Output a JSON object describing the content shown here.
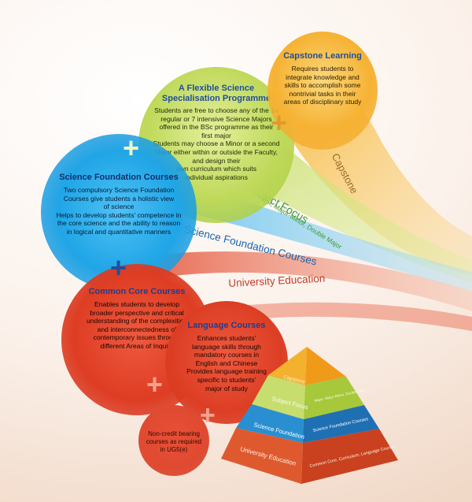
{
  "circles": {
    "capstone": {
      "title": "Capstone Learning",
      "lines": [
        "Requires students to",
        "integrate knowledge and",
        "skills to accomplish some",
        "nontrivial tasks in their",
        "areas of disciplinary study"
      ]
    },
    "flexible": {
      "title_lines": [
        "A Flexible Science",
        "Specialisation Programme"
      ],
      "lines": [
        "Students are free to choose any of the 14",
        "regular or 7 intensive Science Majors",
        "offered in the BSc programme as their",
        "first major",
        "Students may choose a Minor or a second",
        "Major either within or outside the Faculty,",
        "and design their",
        "own curriculum which suits",
        "individual aspirations"
      ]
    },
    "science_foundation": {
      "title": "Science Foundation Courses",
      "lines": [
        "Two compulsory Science Foundation",
        "Courses give students a holistic view",
        "of science",
        "Helps to develop students' competence in",
        "the core science and the ability to reason",
        "in logical and quantitative manners"
      ]
    },
    "common_core": {
      "title": "Common Core Courses",
      "lines": [
        "Enables students to develop",
        "broader perspective and critical",
        "understanding of the complexities",
        "and interconnectedness of",
        "contemporary issues through",
        "different Areas of Inquiry"
      ]
    },
    "language": {
      "title": "Language Courses",
      "lines": [
        "Enhances students'",
        "language skills through",
        "mandatory courses in",
        "English and Chinese",
        "Provides language training",
        "specific to students'",
        "major of study"
      ]
    },
    "noncredit": {
      "lines": [
        "Non-credit bearing",
        "courses as required",
        "in UG5(e)"
      ]
    }
  },
  "bands": {
    "capstone": "Capstone",
    "subject_focus": "Subject Focus",
    "subject_focus_sub": "Major, Major-Minor, Double Major",
    "science_foundation": "Science Foundation Courses",
    "university_education": "University Education"
  },
  "plus_symbol": "+",
  "pyramid": {
    "left_faces": [
      "Capstone",
      "Subject Focus",
      "Science Foundation",
      "University Education"
    ],
    "right_faces": [
      "",
      "Major, Major-Minor, Double Major",
      "Science Foundation Courses",
      "Common Core, Curriculum, Language Courses"
    ]
  },
  "colors": {
    "capstone": "#f6b233",
    "subject_focus": "#bfd95a",
    "science_foundation": "#20a5e6",
    "university_education": "#de3d23",
    "title_blue": "#1f4f9b",
    "plus_orange": "#e39a2a",
    "plus_green": "#e9f6b8",
    "plus_blue": "#1f4f9b",
    "plus_salmon": "#f1a38e"
  }
}
